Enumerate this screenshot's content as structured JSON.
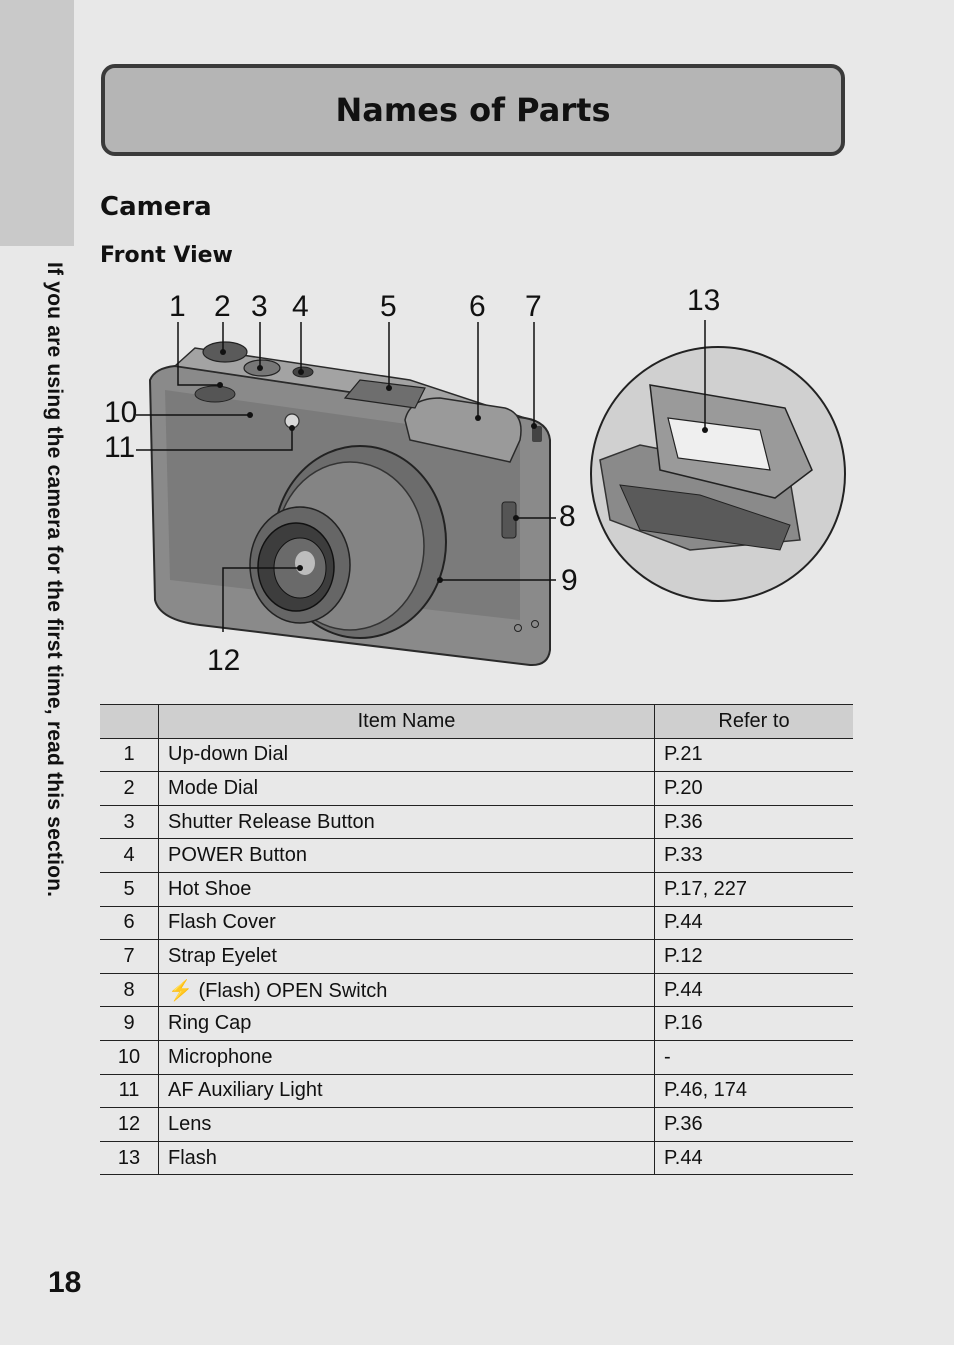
{
  "side_tab": {
    "text": "If you are using the camera for the first time, read this section."
  },
  "title": "Names of Parts",
  "section": "Camera",
  "subsection": "Front View",
  "figure": {
    "callouts": [
      "1",
      "2",
      "3",
      "4",
      "5",
      "6",
      "7",
      "8",
      "9",
      "10",
      "11",
      "12",
      "13"
    ]
  },
  "table": {
    "headers": [
      "",
      "Item Name",
      "Refer to"
    ],
    "rows": [
      {
        "num": "1",
        "name": "Up-down Dial",
        "ref": "P.21"
      },
      {
        "num": "2",
        "name": "Mode Dial",
        "ref": "P.20"
      },
      {
        "num": "3",
        "name": "Shutter Release Button",
        "ref": "P.36"
      },
      {
        "num": "4",
        "name": "POWER Button",
        "ref": "P.33"
      },
      {
        "num": "5",
        "name": "Hot Shoe",
        "ref": "P.17, 227"
      },
      {
        "num": "6",
        "name": "Flash Cover",
        "ref": "P.44"
      },
      {
        "num": "7",
        "name": "Strap Eyelet",
        "ref": "P.12"
      },
      {
        "num": "8",
        "name": "(Flash) OPEN Switch",
        "ref": "P.44"
      },
      {
        "num": "9",
        "name": "Ring Cap",
        "ref": "P.16"
      },
      {
        "num": "10",
        "name": "Microphone",
        "ref": "-"
      },
      {
        "num": "11",
        "name": "AF Auxiliary Light",
        "ref": "P.46, 174"
      },
      {
        "num": "12",
        "name": "Lens",
        "ref": "P.36"
      },
      {
        "num": "13",
        "name": "Flash",
        "ref": "P.44"
      }
    ]
  },
  "page_number": "18"
}
